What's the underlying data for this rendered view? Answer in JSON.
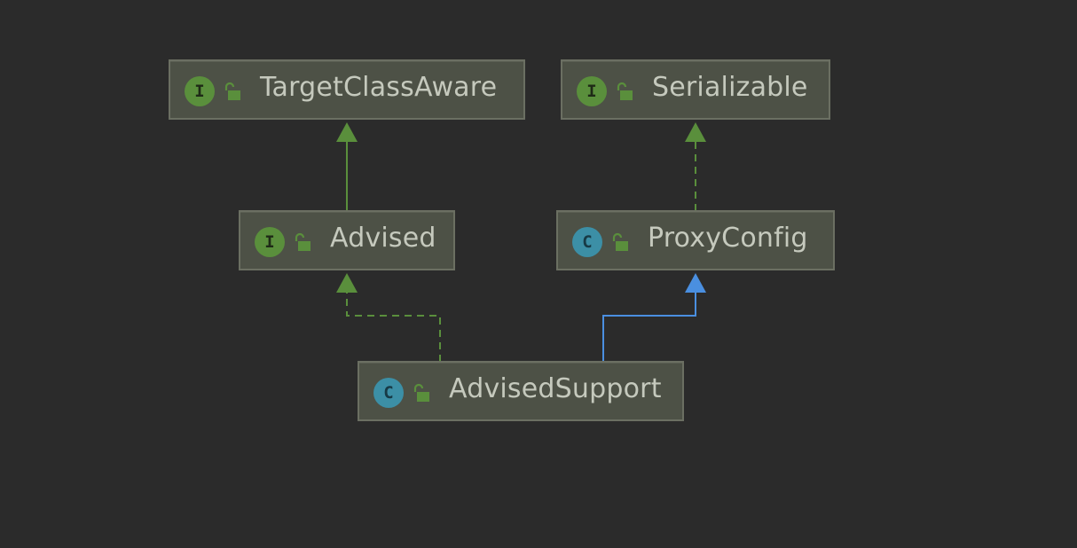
{
  "colors": {
    "background": "#2b2b2b",
    "node_fill": "#4d5146",
    "node_border": "#6b6f62",
    "text": "#c5c9bd",
    "interface_badge": "#5a8f3c",
    "class_badge": "#3c8fa6",
    "implements_edge": "#5a8f3c",
    "extends_edge": "#4a8fe0"
  },
  "nodes": [
    {
      "id": "target_class_aware",
      "label": "TargetClassAware",
      "kind": "interface",
      "badge": "I",
      "icon": "unlocked-padlock-icon"
    },
    {
      "id": "serializable",
      "label": "Serializable",
      "kind": "interface",
      "badge": "I",
      "icon": "unlocked-padlock-icon"
    },
    {
      "id": "advised",
      "label": "Advised",
      "kind": "interface",
      "badge": "I",
      "icon": "unlocked-padlock-icon"
    },
    {
      "id": "proxy_config",
      "label": "ProxyConfig",
      "kind": "class",
      "badge": "C",
      "icon": "unlocked-padlock-icon"
    },
    {
      "id": "advised_support",
      "label": "AdvisedSupport",
      "kind": "class",
      "badge": "C",
      "icon": "unlocked-padlock-icon"
    }
  ],
  "edges": [
    {
      "from": "advised",
      "to": "target_class_aware",
      "relation": "extends",
      "style": "solid",
      "color": "#5a8f3c"
    },
    {
      "from": "proxy_config",
      "to": "serializable",
      "relation": "implements",
      "style": "dashed",
      "color": "#5a8f3c"
    },
    {
      "from": "advised_support",
      "to": "advised",
      "relation": "implements",
      "style": "dashed",
      "color": "#5a8f3c"
    },
    {
      "from": "advised_support",
      "to": "proxy_config",
      "relation": "extends",
      "style": "solid",
      "color": "#4a8fe0"
    }
  ]
}
